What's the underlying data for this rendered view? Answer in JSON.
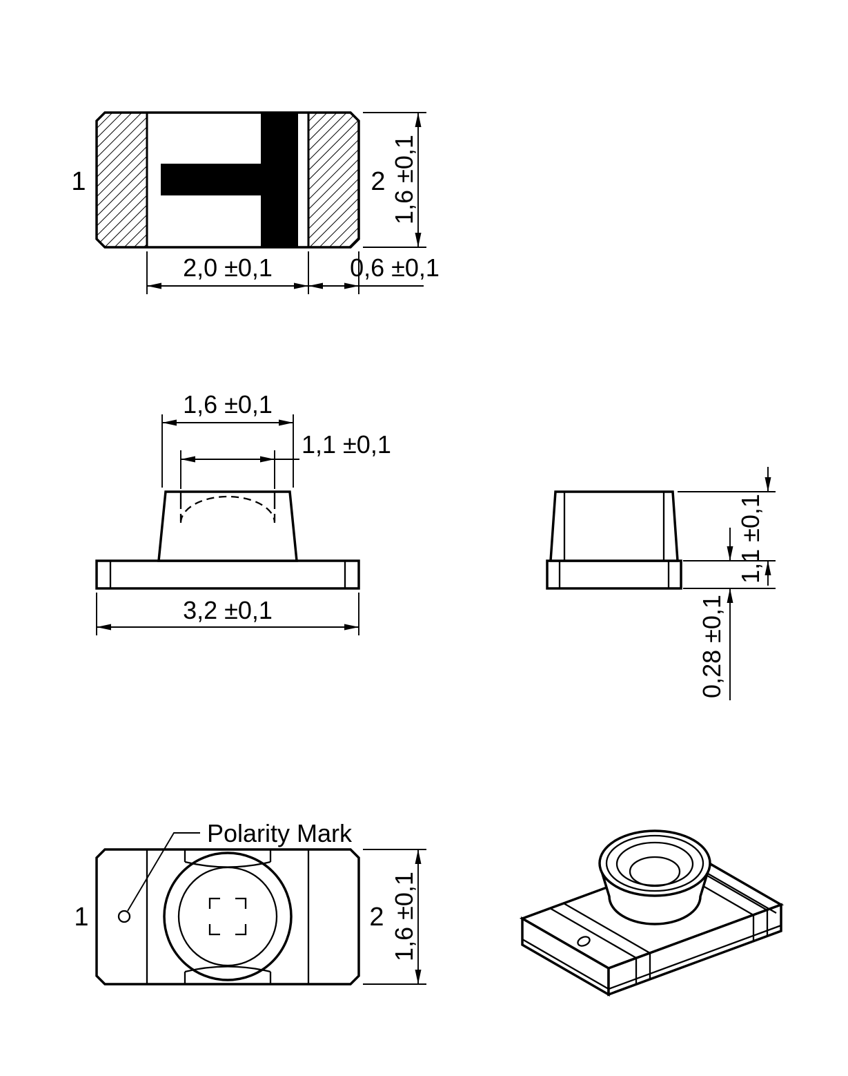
{
  "colors": {
    "background": "#ffffff",
    "line": "#000000"
  },
  "views": {
    "solder_pad_view": {
      "pin1": "1",
      "pin2": "2",
      "dim_height": "1,6 ±0,1",
      "dim_pitch": "2,0 ±0,1",
      "dim_pad_width": "0,6 ±0,1"
    },
    "front_view": {
      "dim_body_width": "1,6 ±0,1",
      "dim_lens_diameter": "1,1 ±0,1",
      "dim_overall_length": "3,2 ±0,1"
    },
    "side_view": {
      "dim_body_height": "1,1 ±0,1",
      "dim_terminal_thickness": "0,28 ±0,1"
    },
    "top_view": {
      "callout": "Polarity Mark",
      "pin1": "1",
      "pin2": "2",
      "dim_height": "1,6 ±0,1"
    }
  }
}
